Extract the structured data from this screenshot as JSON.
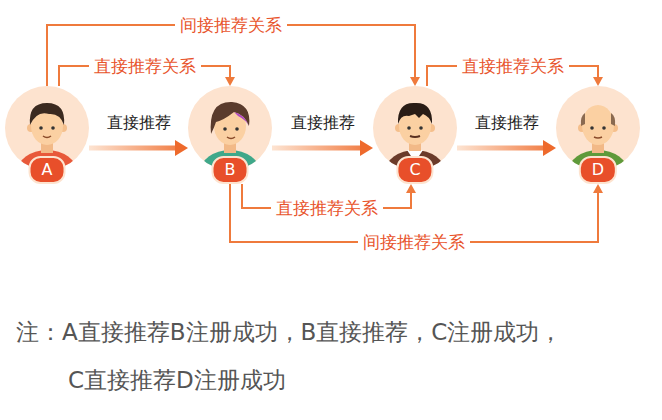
{
  "diagram": {
    "nodes": [
      {
        "text": [
          "A"
        ]
      },
      {
        "text": [
          "B"
        ]
      },
      {
        "text": [
          "C"
        ]
      },
      {
        "text": [
          "D"
        ]
      }
    ],
    "edges": [
      {
        "from": 0,
        "to": 1,
        "arrow": "to",
        "label": "直接推荐"
      },
      {
        "from": 1,
        "to": 2,
        "arrow": "to",
        "label": "直接推荐"
      },
      {
        "from": 2,
        "to": 3,
        "arrow": "to",
        "label": "直接推荐"
      },
      {
        "from": 0,
        "to": 2,
        "arrow": "to",
        "label": "间接推荐关系"
      },
      {
        "from": 0,
        "to": 1,
        "arrow": "to",
        "label": "直接推荐关系"
      },
      {
        "from": 2,
        "to": 3,
        "arrow": "to",
        "label": "直接推荐关系"
      },
      {
        "from": 1,
        "to": 2,
        "arrow": "to",
        "label": "直接推荐关系"
      },
      {
        "from": 1,
        "to": 3,
        "arrow": "to",
        "label": "间接推荐关系"
      }
    ],
    "labels": [
      "注：A直接推荐B注册成功，B直接推荐，C注册成功， C直接推荐D注册成功"
    ]
  }
}
